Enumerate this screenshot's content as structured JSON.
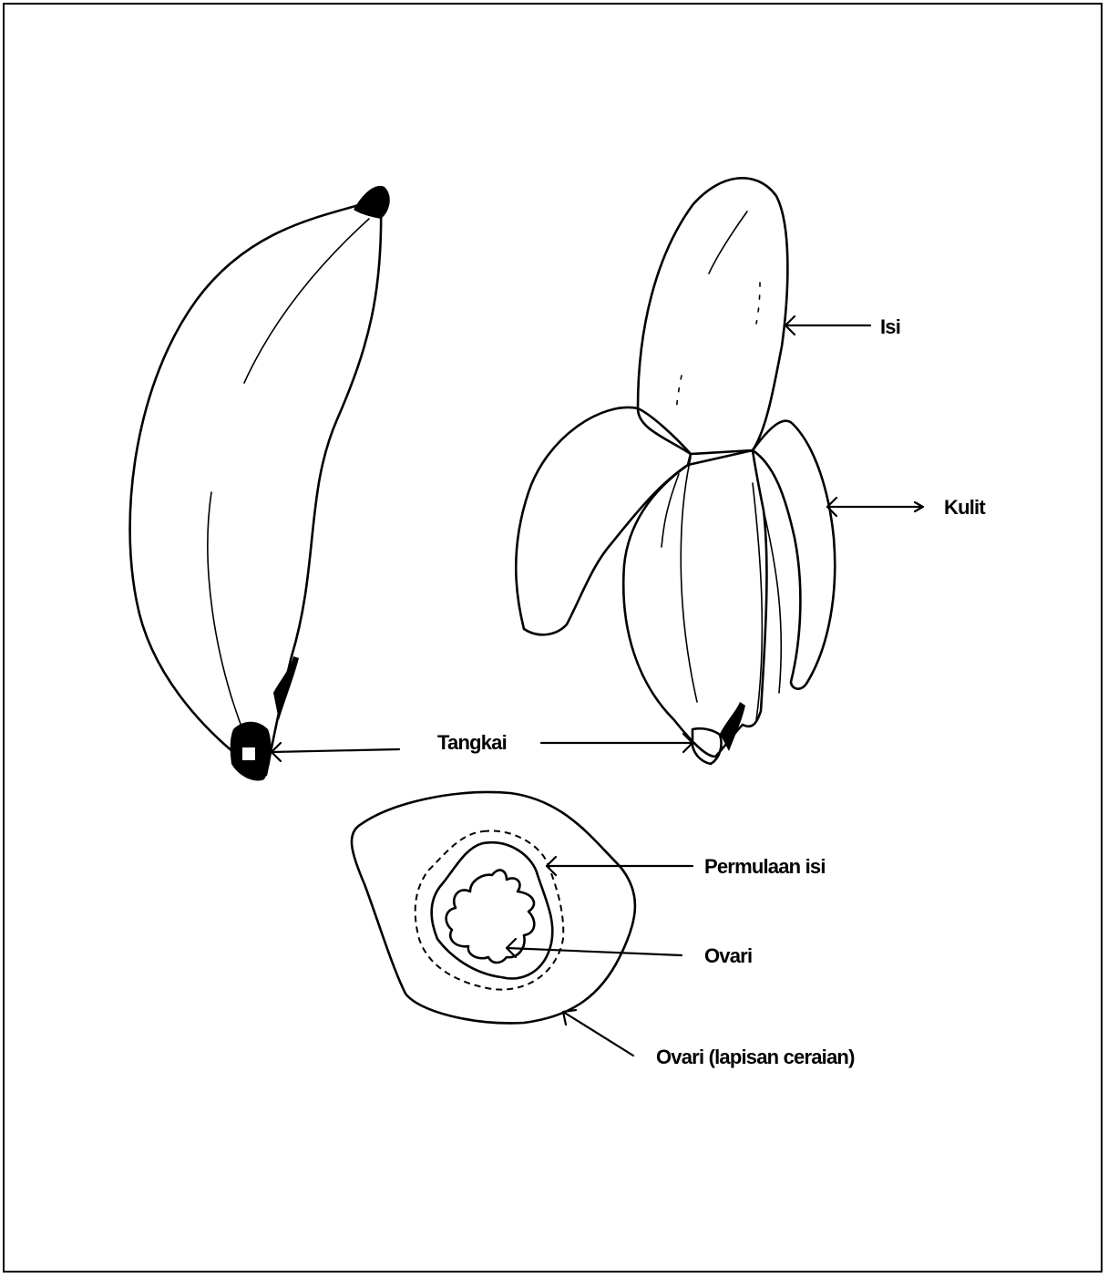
{
  "diagram": {
    "labels": {
      "isi": "Isi",
      "kulit": "Kulit",
      "tangkai": "Tangkai",
      "permulaan_isi": "Permulaan isi",
      "ovari": "Ovari",
      "ovari_lapisan": "Ovari (lapisan ceraian)"
    }
  }
}
